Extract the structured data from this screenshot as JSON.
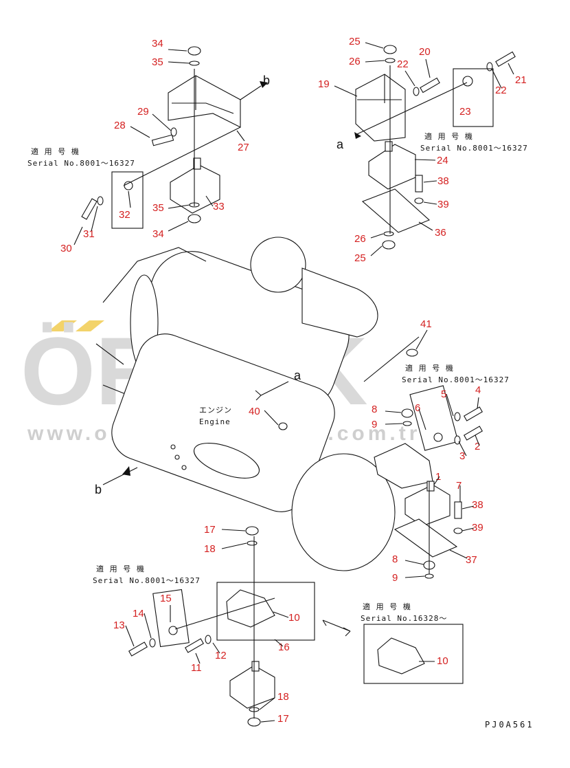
{
  "watermark": {
    "brand": "ÖRNEK",
    "url": "www.ornekismakinalari.com.tr"
  },
  "engine_label": {
    "jp": "エンジン",
    "en": "Engine"
  },
  "notes": [
    {
      "jp": "適 用 号 機",
      "serial": "Serial No.8001～16327"
    },
    {
      "jp": "適 用 号 機",
      "serial": "Serial No.8001～16327"
    },
    {
      "jp": "適 用 号 機",
      "serial": "Serial No.8001～16327"
    },
    {
      "jp": "適 用 号 機",
      "serial": "Serial No.8001～16327"
    },
    {
      "jp": "適 用 号 機",
      "serial": "Serial No.16328～"
    }
  ],
  "view_markers": {
    "a": "a",
    "b": "b"
  },
  "drawing_code": "PJ0A561",
  "part_numbers": [
    "34",
    "35",
    "28",
    "29",
    "27",
    "32",
    "30",
    "31",
    "35",
    "33",
    "34",
    "25",
    "26",
    "22",
    "20",
    "21",
    "22",
    "19",
    "23",
    "24",
    "38",
    "39",
    "36",
    "26",
    "25",
    "41",
    "5",
    "4",
    "6",
    "8",
    "9",
    "40",
    "3",
    "2",
    "1",
    "7",
    "38",
    "39",
    "37",
    "8",
    "9",
    "17",
    "18",
    "15",
    "14",
    "13",
    "10",
    "11",
    "12",
    "16",
    "18",
    "17",
    "10"
  ],
  "colors": {
    "label": "#d42020",
    "line": "#111111",
    "watermark": "#d9d9d9",
    "accent": "#f3d36a"
  }
}
